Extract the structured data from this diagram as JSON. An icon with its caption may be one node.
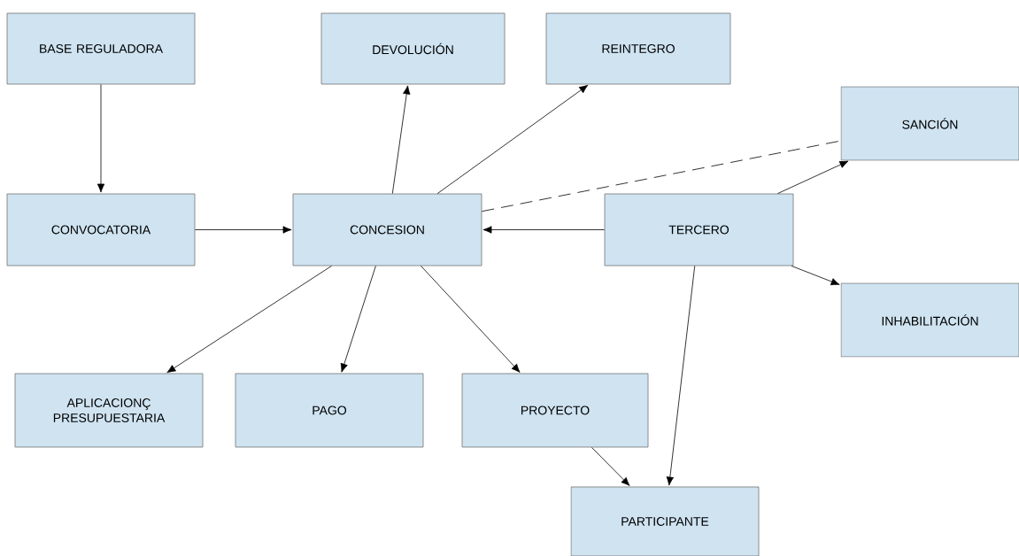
{
  "diagram": {
    "nodes": [
      {
        "text": [
          "BASE REGULADORA"
        ]
      },
      {
        "text": [
          "DEVOLUCIÓN"
        ]
      },
      {
        "text": [
          "REINTEGRO"
        ]
      },
      {
        "text": [
          "SANCIÓN"
        ]
      },
      {
        "text": [
          "CONVOCATORIA"
        ]
      },
      {
        "text": [
          "CONCESION"
        ]
      },
      {
        "text": [
          "TERCERO"
        ]
      },
      {
        "text": [
          "INHABILITACIÓN"
        ]
      },
      {
        "text": [
          "APLICACIONÇ PRESUPUESTARIA"
        ]
      },
      {
        "text": [
          "PAGO"
        ]
      },
      {
        "text": [
          "PROYECTO"
        ]
      },
      {
        "text": [
          "PARTICIPANTE"
        ]
      }
    ],
    "edges": [
      {
        "from": 0,
        "to": 4,
        "arrow": "to"
      },
      {
        "from": 4,
        "to": 5,
        "arrow": "to"
      },
      {
        "from": 5,
        "to": 1,
        "arrow": "to"
      },
      {
        "from": 5,
        "to": 2,
        "arrow": "to"
      },
      {
        "from": 5,
        "to": 3,
        "arrow": "none",
        "style": "dashed"
      },
      {
        "from": 6,
        "to": 5,
        "arrow": "to"
      },
      {
        "from": 6,
        "to": 3,
        "arrow": "to"
      },
      {
        "from": 6,
        "to": 7,
        "arrow": "to"
      },
      {
        "from": 5,
        "to": 8,
        "arrow": "to"
      },
      {
        "from": 5,
        "to": 9,
        "arrow": "to"
      },
      {
        "from": 5,
        "to": 10,
        "arrow": "to"
      },
      {
        "from": 10,
        "to": 11,
        "arrow": "to"
      },
      {
        "from": 6,
        "to": 11,
        "arrow": "to"
      }
    ]
  }
}
